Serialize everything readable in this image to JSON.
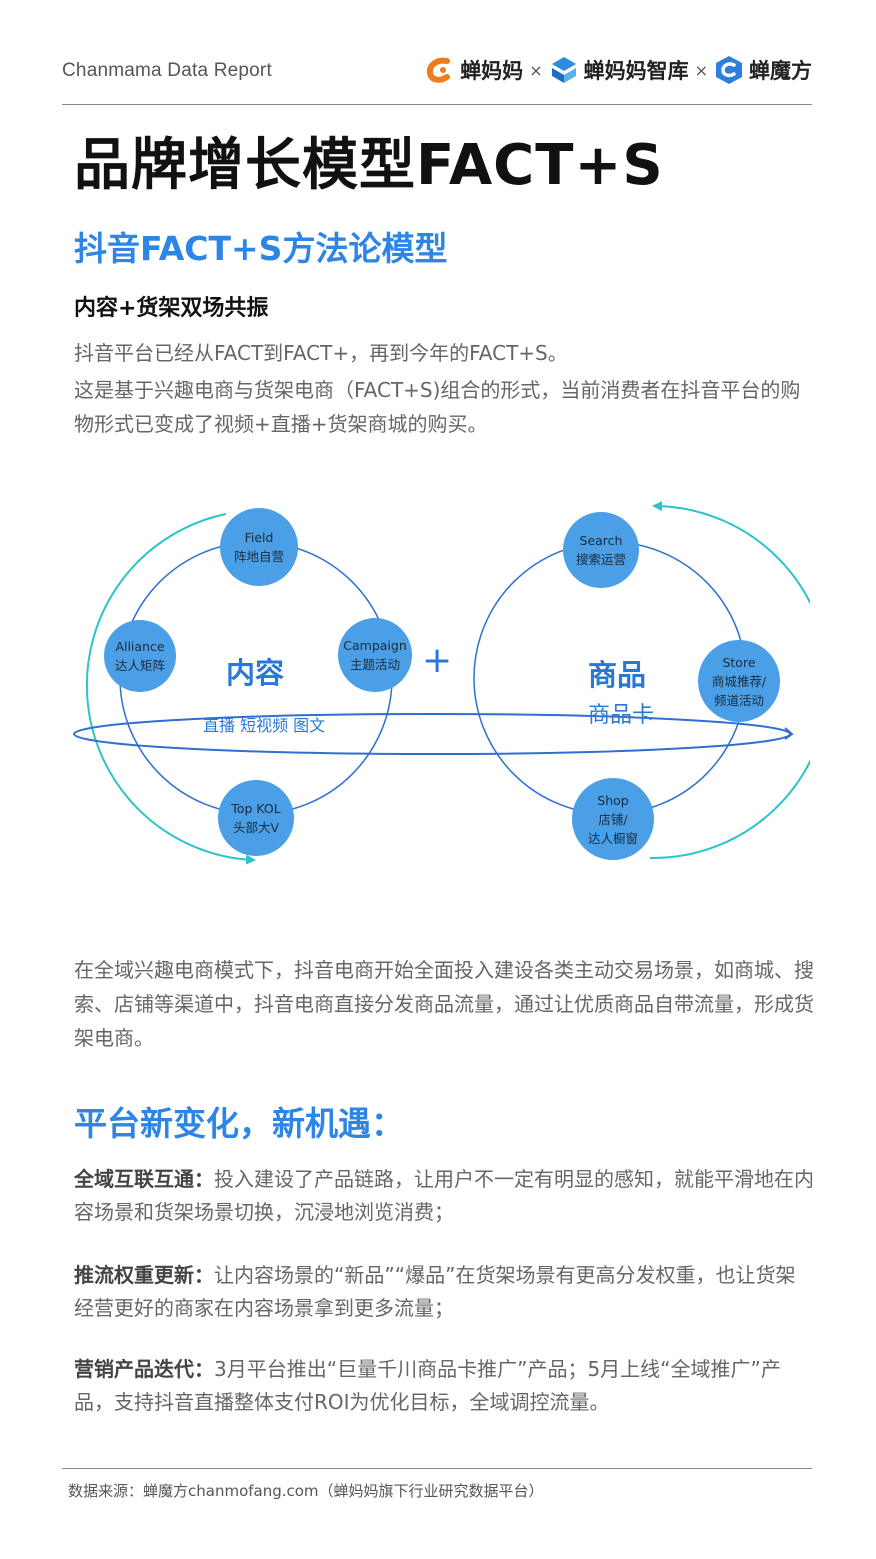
{
  "header": {
    "report_label": "Chanmama Data Report",
    "logos": [
      {
        "name": "蝉妈妈",
        "icon": "chanmama-logo-icon",
        "color": "#f07a1e"
      },
      {
        "name": "蝉妈妈智库",
        "icon": "chanmama-zhiku-logo-icon",
        "color": "#2a8de0"
      },
      {
        "name": "蝉魔方",
        "icon": "chanmofang-logo-icon",
        "color": "#2a7fe0"
      }
    ],
    "separator": "×"
  },
  "main_title": "品牌增长模型FACT+S",
  "sub_title": "抖音FACT+S方法论模型",
  "section_heading": "内容+货架双场共振",
  "paragraphs": [
    "抖音平台已经从FACT到FACT+，再到今年的FACT+S。",
    "这是基于兴趣电商与货架电商（FACT+S)组合的形式，当前消费者在抖音平台的购物形式已变成了视频+直播+货架商城的购买。"
  ],
  "diagram": {
    "left_label": "内容",
    "left_sub_label": "直播  短视频  图文",
    "plus": "+",
    "right_label": "商品",
    "right_sub_label": "商品卡",
    "left_nodes": [
      {
        "en": "Field",
        "zh": "阵地自营"
      },
      {
        "en": "Alliance",
        "zh": "达人矩阵"
      },
      {
        "en": "Campaign",
        "zh": "主题活动"
      },
      {
        "en": "Top KOL",
        "zh": "头部大V"
      }
    ],
    "right_nodes": [
      {
        "en": "Search",
        "zh": "搜索运营"
      },
      {
        "en": "Store",
        "zh": "商城推荐/",
        "zh2": "频道活动"
      },
      {
        "en": "Shop",
        "zh": "店铺/",
        "zh2": "达人橱窗"
      }
    ],
    "colors": {
      "node": "#4a9fe6",
      "ring": "#2f6fd1",
      "arrow": "#2cc3c9",
      "label": "#2978d8"
    }
  },
  "paragraph_3": "在全域兴趣电商模式下，抖音电商开始全面投入建设各类主动交易场景，如商城、搜索、店铺等渠道中，抖音电商直接分发商品流量，通过让优质商品自带流量，形成货架电商。",
  "sub_title_2": "平台新变化，新机遇：",
  "points": [
    {
      "label": "全域互联互通：",
      "text": "投入建设了产品链路，让用户不一定有明显的感知，就能平滑地在内容场景和货架场景切换，沉浸地浏览消费；"
    },
    {
      "label": "推流权重更新：",
      "text": "让内容场景的“新品”“爆品”在货架场景有更高分发权重，也让货架经营更好的商家在内容场景拿到更多流量；"
    },
    {
      "label": "营销产品迭代：",
      "text": "3月平台推出“巨量千川商品卡推广”产品；5月上线“全域推广”产品，支持抖音直播整体支付ROI为优化目标，全域调控流量。"
    }
  ],
  "footer": "数据来源：蝉魔方chanmofang.com（蝉妈妈旗下行业研究数据平台）"
}
